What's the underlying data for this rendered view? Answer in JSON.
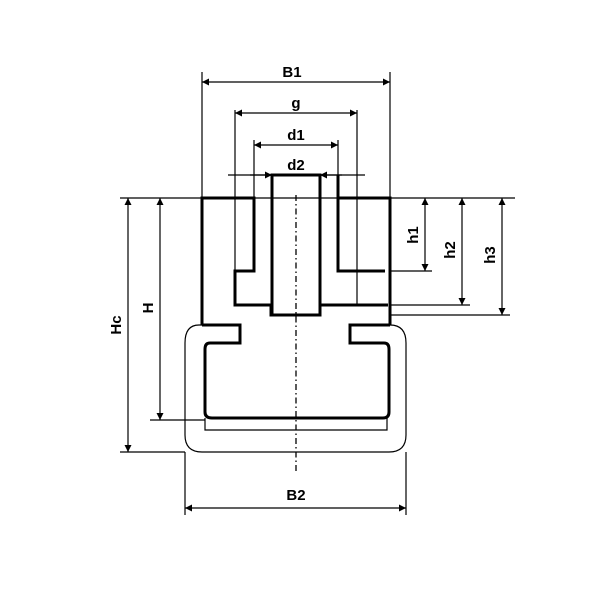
{
  "dimensions": {
    "B1": "B1",
    "g": "g",
    "d1": "d1",
    "d2": "d2",
    "h1": "h1",
    "h2": "h2",
    "h3": "h3",
    "H": "H",
    "Hc": "Hc",
    "B2": "B2"
  }
}
